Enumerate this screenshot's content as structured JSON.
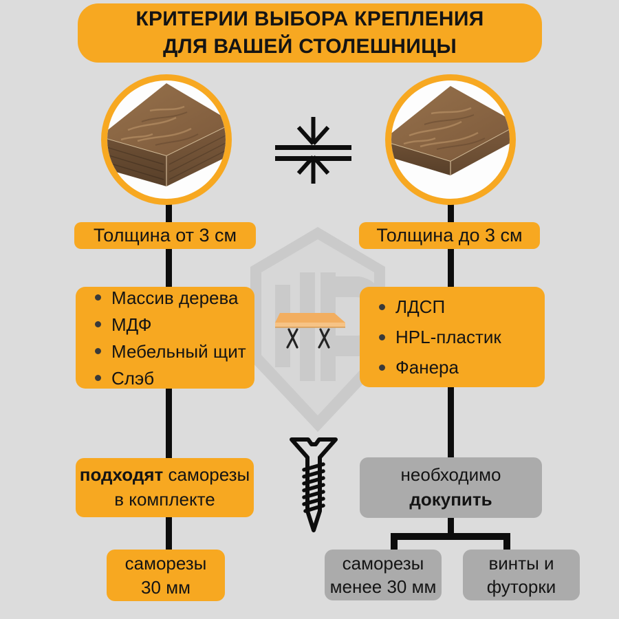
{
  "title": {
    "line1": "КРИТЕРИИ ВЫБОРА КРЕПЛЕНИЯ",
    "line2": "ДЛЯ ВАШЕЙ СТОЛЕШНИЦЫ"
  },
  "left_branch": {
    "thickness_label": "Толщина от 3 см",
    "materials": [
      "Массив дерева",
      "МДФ",
      "Мебельный щит",
      "Слэб"
    ],
    "recommendation": {
      "bold": "подходят",
      "normal": " саморезы",
      "line2": "в комплекте"
    },
    "fastener": {
      "line1": "саморезы",
      "line2": "30 мм"
    }
  },
  "right_branch": {
    "thickness_label": "Толщина до 3 см",
    "materials": [
      "ЛДСП",
      "HPL-пластик",
      "Фанера"
    ],
    "recommendation": {
      "line1": "необходимо",
      "line2_bold": "докупить"
    },
    "fasteners": [
      {
        "line1": "саморезы",
        "line2": "менее 30 мм"
      },
      {
        "line1": "винты и",
        "line2": "футорки"
      }
    ]
  },
  "icons": {
    "left_circle": "thick-countertop-photo",
    "right_circle": "thin-countertop-photo",
    "center_top": "thickness-measure-icon",
    "center_middle": "table-icon",
    "center_bottom": "screw-icon",
    "watermark": "brand-shield-watermark"
  },
  "colors": {
    "accent_orange": "#F7A821",
    "neutral_gray": "#ABABAB",
    "background": "#DCDCDC",
    "line_black": "#0D0D0D"
  }
}
